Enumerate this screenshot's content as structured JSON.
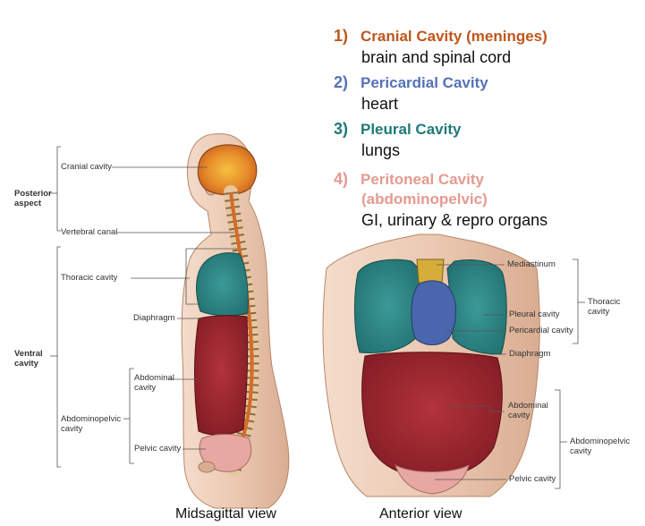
{
  "legend": [
    {
      "num": "1)",
      "title": "Cranial Cavity (meninges)",
      "desc": "brain and spinal cord",
      "color": "#c0561b"
    },
    {
      "num": "2)",
      "title": "Pericardial Cavity",
      "desc": "heart",
      "color": "#5572b8"
    },
    {
      "num": "3)",
      "title": "Pleural Cavity",
      "desc": "lungs",
      "color": "#1f7a78"
    },
    {
      "num": "4)",
      "title": "Peritoneal Cavity",
      "title2": "(abdominopelvic)",
      "desc": "GI, urinary & repro organs",
      "color": "#e49a90"
    }
  ],
  "left_labels": {
    "cranial": "Cranial cavity",
    "vertebral": "Vertebral canal",
    "thoracic": "Thoracic cavity",
    "diaphragm": "Diaphragm",
    "abdominal1": "Abdominal",
    "abdominal2": "cavity",
    "abdominopelvic1": "Abdominopelvic",
    "abdominopelvic2": "cavity",
    "pelvic": "Pelvic cavity",
    "posterior1": "Posterior",
    "posterior2": "aspect",
    "ventral1": "Ventral",
    "ventral2": "cavity"
  },
  "right_labels": {
    "mediastinum": "Mediastinum",
    "pleural": "Pleural cavity",
    "pericardial": "Pericardial cavity",
    "diaphragm": "Diaphragm",
    "abdominal1": "Abdominal",
    "abdominal2": "cavity",
    "pelvic": "Pelvic cavity",
    "thoracic1": "Thoracic",
    "thoracic2": "cavity",
    "abdominopelvic1": "Abdominopelvic",
    "abdominopelvic2": "cavity"
  },
  "views": {
    "midsagittal": "Midsagittal view",
    "anterior": "Anterior view"
  }
}
